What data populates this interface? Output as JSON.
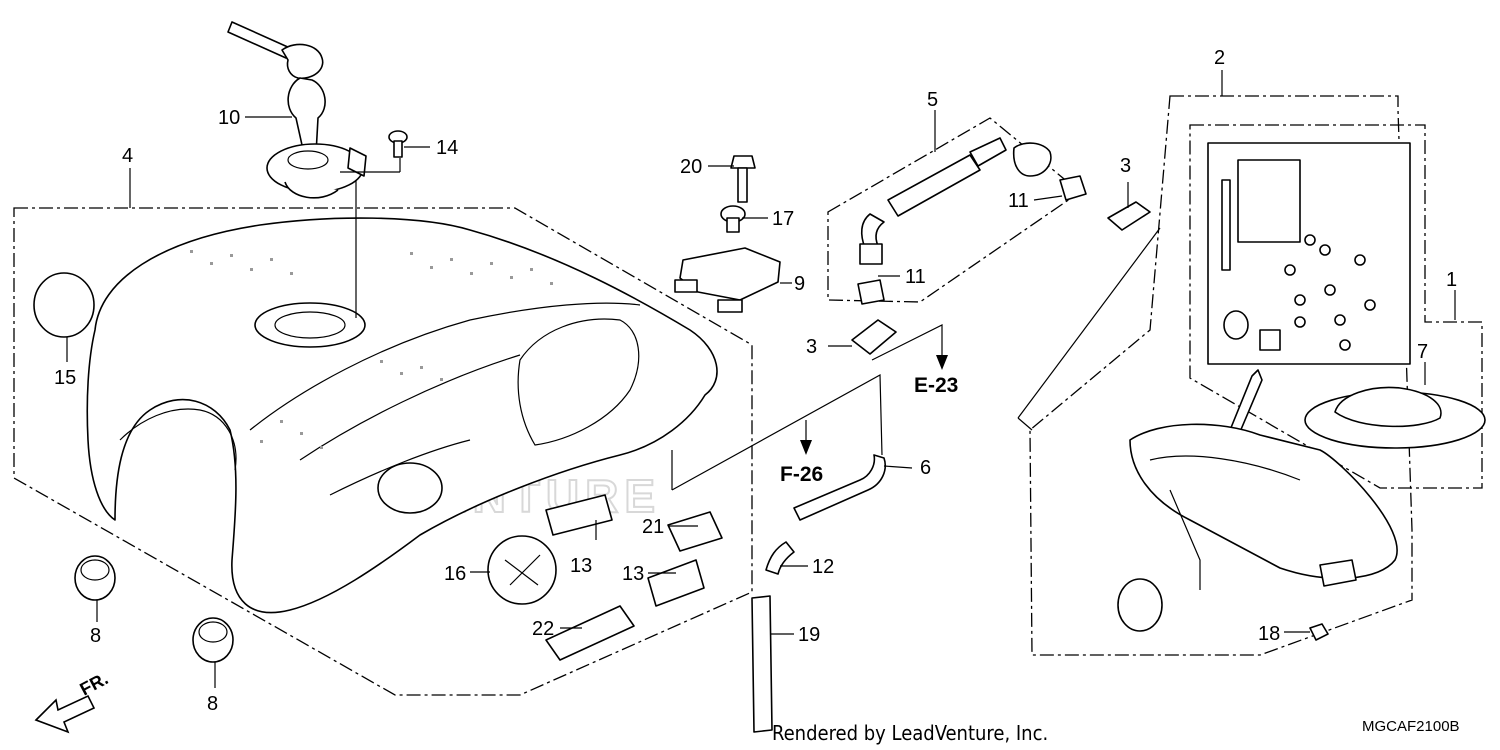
{
  "diagram": {
    "callouts": [
      {
        "id": "c1",
        "label": "1"
      },
      {
        "id": "c2",
        "label": "2"
      },
      {
        "id": "c3a",
        "label": "3"
      },
      {
        "id": "c3b",
        "label": "3"
      },
      {
        "id": "c4",
        "label": "4"
      },
      {
        "id": "c5",
        "label": "5"
      },
      {
        "id": "c6",
        "label": "6"
      },
      {
        "id": "c7",
        "label": "7"
      },
      {
        "id": "c8a",
        "label": "8"
      },
      {
        "id": "c8b",
        "label": "8"
      },
      {
        "id": "c9",
        "label": "9"
      },
      {
        "id": "c10",
        "label": "10"
      },
      {
        "id": "c11a",
        "label": "11"
      },
      {
        "id": "c11b",
        "label": "11"
      },
      {
        "id": "c12",
        "label": "12"
      },
      {
        "id": "c13a",
        "label": "13"
      },
      {
        "id": "c13b",
        "label": "13"
      },
      {
        "id": "c14",
        "label": "14"
      },
      {
        "id": "c15",
        "label": "15"
      },
      {
        "id": "c16",
        "label": "16"
      },
      {
        "id": "c17",
        "label": "17"
      },
      {
        "id": "c18",
        "label": "18"
      },
      {
        "id": "c19",
        "label": "19"
      },
      {
        "id": "c20",
        "label": "20"
      },
      {
        "id": "c21",
        "label": "21"
      },
      {
        "id": "c22",
        "label": "22"
      }
    ],
    "references": {
      "e23": "E-23",
      "f26": "F-26"
    },
    "direction_label": "FR.",
    "watermark": "LEADVENTURE",
    "footer": {
      "credit": "Rendered by LeadVenture, Inc.",
      "diagram_code": "MGCAF2100B"
    }
  }
}
